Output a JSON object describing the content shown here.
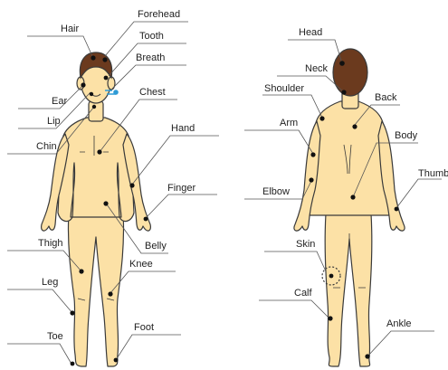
{
  "colors": {
    "skin": "#FCE1A6",
    "outline": "#3a3a3a",
    "hair": "#6B3A1E",
    "dot": "#111111",
    "line": "#555555",
    "breath": "#2E9BD6"
  },
  "front_labels": {
    "hair": "Hair",
    "forehead": "Forehead",
    "tooth": "Tooth",
    "breath": "Breath",
    "ear": "Ear",
    "lip": "Lip",
    "chin": "Chin",
    "chest": "Chest",
    "hand": "Hand",
    "finger": "Finger",
    "belly": "Belly",
    "thigh": "Thigh",
    "knee": "Knee",
    "leg": "Leg",
    "toe": "Toe",
    "foot": "Foot"
  },
  "back_labels": {
    "head": "Head",
    "neck": "Neck",
    "shoulder": "Shoulder",
    "back": "Back",
    "arm": "Arm",
    "body": "Body",
    "elbow": "Elbow",
    "thumb": "Thumb",
    "skin": "Skin",
    "calf": "Calf",
    "ankle": "Ankle"
  }
}
